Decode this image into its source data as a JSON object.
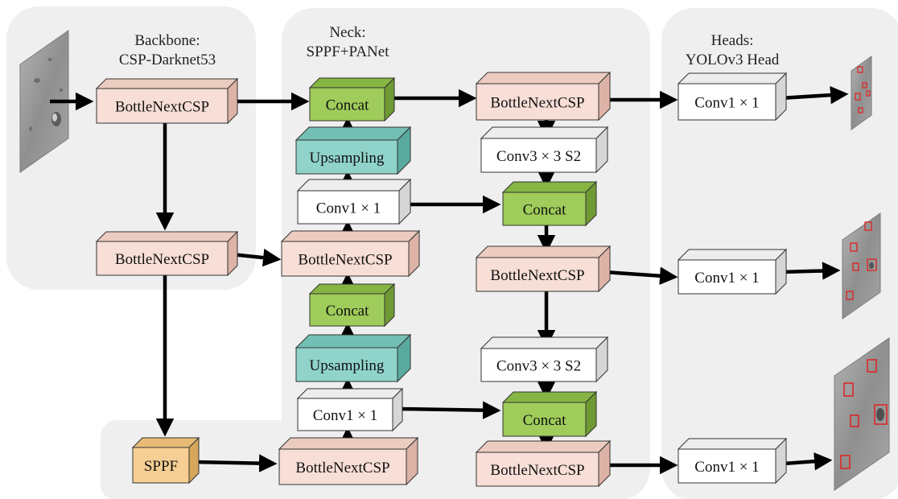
{
  "colors": {
    "panel": "#efefef",
    "bottleneck": [
      "#f7ded6",
      "#ecccc0",
      "#dcb3a6"
    ],
    "concat": [
      "#9fcc5a",
      "#86b544",
      "#6f9a34"
    ],
    "upsampling": [
      "#8fd3ca",
      "#74bfb4",
      "#5aa99e"
    ],
    "conv": [
      "#ffffff",
      "#ededed",
      "#d6d6d6"
    ],
    "sppf": [
      "#f5cf93",
      "#e7bb76",
      "#d6a65c"
    ],
    "arrow": "#000000",
    "detection_box": "#e22020"
  },
  "sections": {
    "backbone": {
      "title_line1": "Backbone:",
      "title_line2": "CSP-Darknet53"
    },
    "neck": {
      "title_line1": "Neck:",
      "title_line2": "SPPF+PANet"
    },
    "heads": {
      "title_line1": "Heads:",
      "title_line2": "YOLOv3 Head"
    }
  },
  "blocks": {
    "bb1": "BottleNextCSP",
    "bb2": "BottleNextCSP",
    "sppf": "SPPF",
    "n_concat1": "Concat",
    "n_up1": "Upsampling",
    "n_conv1": "Conv1 × 1",
    "n_bn1": "BottleNextCSP",
    "n_concat2": "Concat",
    "n_up2": "Upsampling",
    "n_conv2": "Conv1 × 1",
    "n_bn_bottom": "BottleNextCSP",
    "p_bn1": "BottleNextCSP",
    "p_conv3a": "Conv3 × 3 S2",
    "p_concat1": "Concat",
    "p_bn2": "BottleNextCSP",
    "p_conv3b": "Conv3 × 3 S2",
    "p_concat2": "Concat",
    "p_bn3": "BottleNextCSP",
    "h_conv1": "Conv1 × 1",
    "h_conv2": "Conv1 × 1",
    "h_conv3": "Conv1 × 1"
  },
  "icons": {
    "input_image": "grayscale-surface-image-icon",
    "output_small": "detection-output-image-icon",
    "output_medium": "detection-output-image-icon",
    "output_large": "detection-output-image-icon"
  }
}
